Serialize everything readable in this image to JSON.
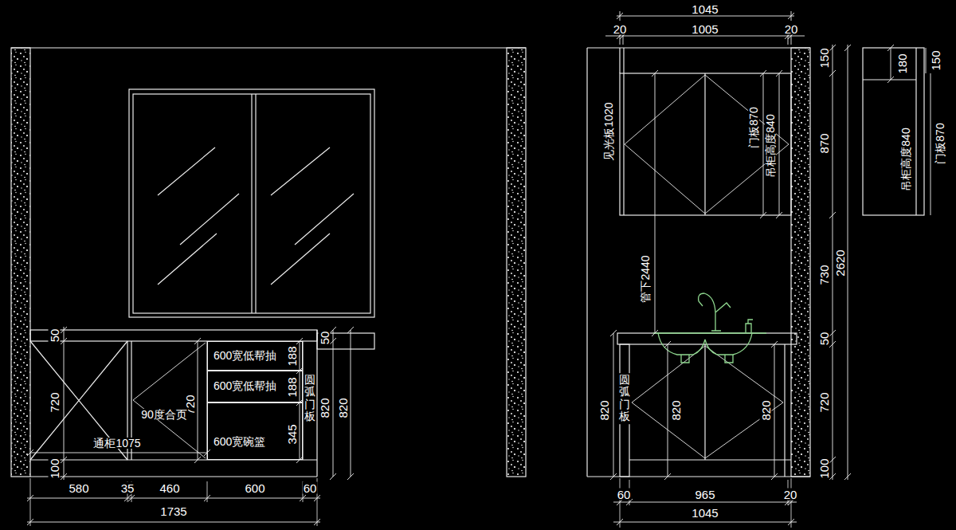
{
  "diagram": {
    "nodes": [
      {
        "text": [
          "600宽低帮抽"
        ]
      },
      {
        "text": [
          "600宽低帮抽"
        ]
      },
      {
        "text": [
          "600宽碗篮"
        ]
      }
    ],
    "labels": [
      "50",
      "720",
      "100",
      "720",
      "188",
      "188",
      "345",
      "90度合页",
      "通柜1075",
      "圆弧门板",
      "50",
      "820",
      "820",
      "580",
      "35",
      "460",
      "600",
      "60",
      "1735",
      "1045",
      "20",
      "1005",
      "20",
      "见光板1020",
      "门板870",
      "吊柜高度840",
      "管下2440",
      "圆弧门板",
      "820",
      "820",
      "820",
      "60",
      "965",
      "20",
      "1045",
      "150",
      "870",
      "730",
      "2620",
      "50",
      "720",
      "100",
      "180",
      "150",
      "吊柜高度840",
      "门板870"
    ]
  }
}
